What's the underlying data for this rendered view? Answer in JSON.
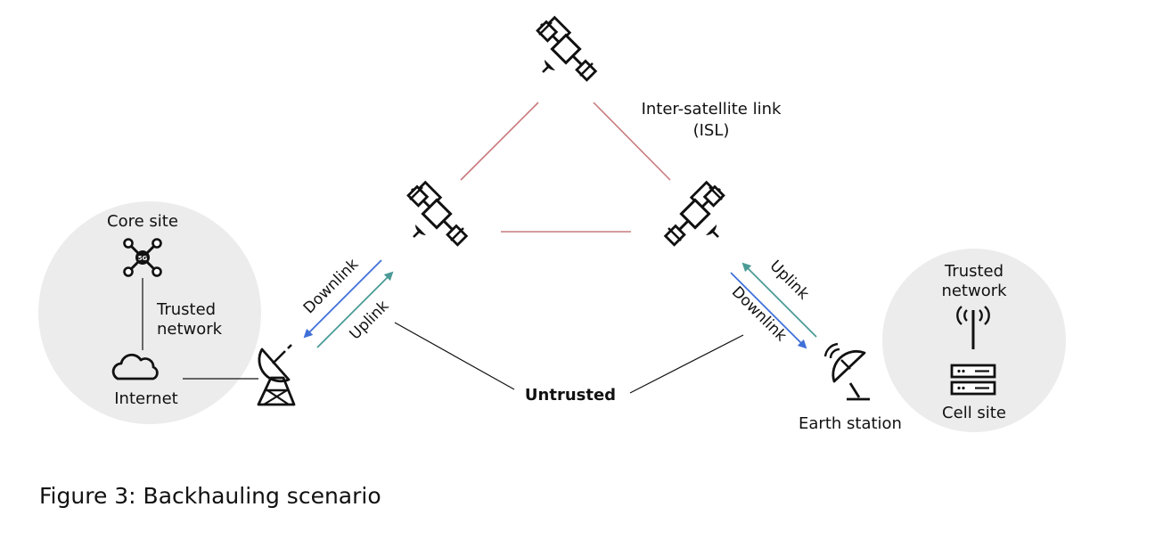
{
  "labels": {
    "isl_line1": "Inter-satellite link",
    "isl_line2": "(ISL)",
    "core_site": "Core site",
    "core_5g": "5G",
    "trusted_left_line1": "Trusted",
    "trusted_left_line2": "network",
    "internet": "Internet",
    "untrusted": "Untrusted",
    "trusted_right_line1": "Trusted",
    "trusted_right_line2": "network",
    "cell_site": "Cell site",
    "earth_station": "Earth station",
    "left_downlink": "Downlink",
    "left_uplink": "Uplink",
    "right_uplink": "Uplink",
    "right_downlink": "Downlink"
  },
  "caption": "Figure 3: Backhauling scenario",
  "icons": {
    "satellite_top": "satellite-icon",
    "satellite_left": "satellite-icon",
    "satellite_right": "satellite-icon",
    "core_network": "core-network-5g-icon",
    "cloud": "cloud-icon",
    "ground_dish_left": "satellite-dish-icon",
    "earth_station_dish": "satellite-dish-icon",
    "antenna": "antenna-icon",
    "server_rack": "server-rack-icon"
  },
  "colors": {
    "isl_link": "#c97a7e",
    "downlink": "#3f6fd8",
    "uplink": "#4a9a95",
    "trusted_zone": "#ececec"
  }
}
